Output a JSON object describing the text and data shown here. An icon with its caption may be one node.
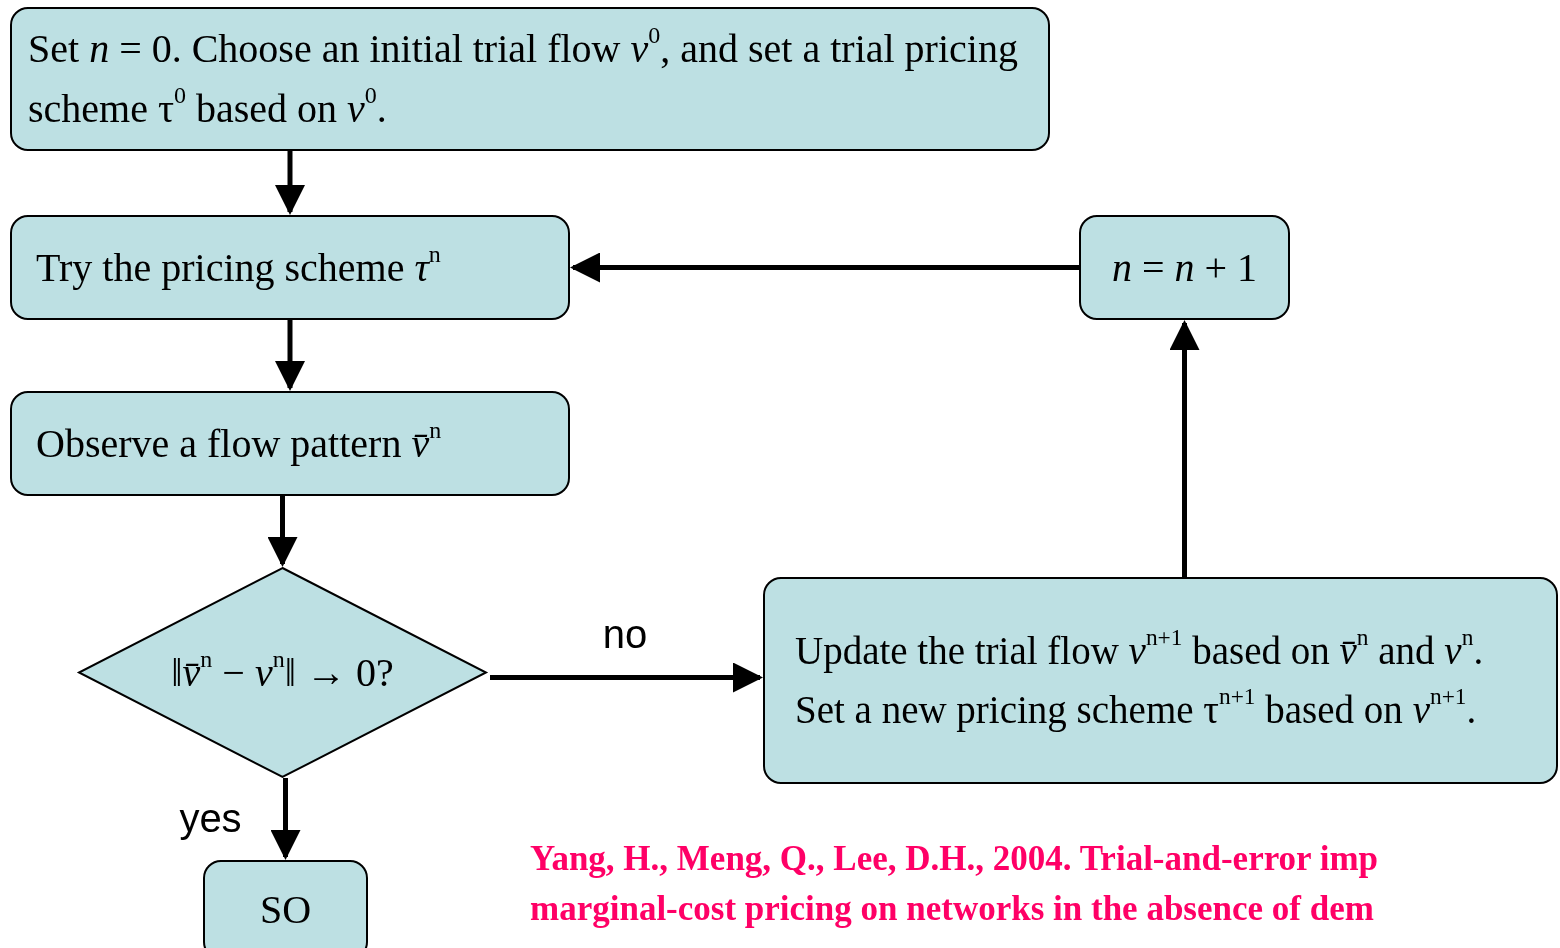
{
  "diagram": {
    "nodes": [
      {
        "text": [
          "Set *n* = 0. Choose an initial trial flow *v*$^{0}$, and set a trial pricing scheme τ$^{0}$ based on *v*$^{0}$."
        ]
      },
      {
        "text": [
          "Try the pricing scheme *τ*$^{n}$"
        ]
      },
      {
        "text": [
          "Observe a flow pattern *v̄*$^{n}$"
        ]
      },
      {
        "text": [
          "‖*v̄*$^{n}$ − *v*$^{n}$‖ → 0?"
        ]
      },
      {
        "text": [
          "SO"
        ]
      },
      {
        "text": [
          "Update the trial flow *v*$^{n+1}$ based on *v̄*$^{n}$ and *v*$^{n}$. Set a new pricing scheme τ$^{n+1}$ based on *v*$^{n+1}$."
        ]
      },
      {
        "text": [
          "*n* = *n* + 1"
        ]
      }
    ],
    "edges": [
      {
        "from": 0,
        "to": 1,
        "arrow": "to"
      },
      {
        "from": 1,
        "to": 2,
        "arrow": "to"
      },
      {
        "from": 2,
        "to": 3,
        "arrow": "to"
      },
      {
        "from": 3,
        "to": 4,
        "arrow": "to",
        "label": "yes"
      },
      {
        "from": 3,
        "to": 5,
        "arrow": "to",
        "label": "no"
      },
      {
        "from": 5,
        "to": 6,
        "arrow": "to"
      },
      {
        "from": 6,
        "to": 1,
        "arrow": "to"
      }
    ],
    "labels": [
      "Yang, H., Meng, Q., Lee, D.H., 2004. Trial-and-error imp",
      "marginal-cost pricing on networks in the absence of dem"
    ]
  }
}
